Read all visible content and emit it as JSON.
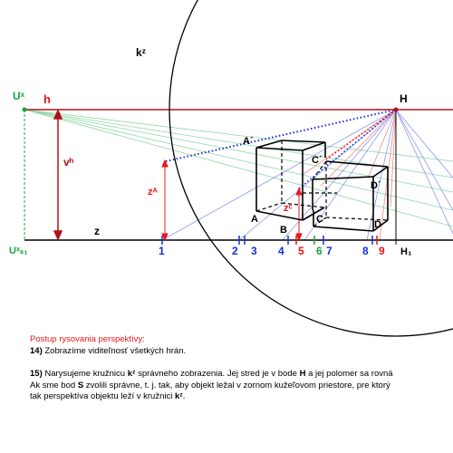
{
  "diagram": {
    "labels": {
      "kz": "kᶻ",
      "ux": "Uˣ",
      "h": "h",
      "vh": "vʰ",
      "z": "z",
      "ux_s1": "Uˣₛ₁",
      "H": "H",
      "H1": "H₁",
      "A_prime": "A´",
      "A": "A",
      "B": "B",
      "C_prime": "C´",
      "C": "C",
      "D_prime": "D´",
      "D": "D",
      "zA": "zᴬ",
      "zC": "zᶜ"
    },
    "ticks": [
      "1",
      "2",
      "3",
      "4",
      "5",
      "6",
      "7",
      "8",
      "9"
    ],
    "colors": {
      "red": "#e8161b",
      "blue": "#1a2fd8",
      "green": "#17a53a",
      "dark_red": "#b0101a",
      "black": "#000000",
      "light_green": "#8fd6a6",
      "light_blue": "#8d98ee",
      "light_red": "#f08a8a"
    }
  },
  "notes": {
    "heading": "Postup rysovania perspektívy:",
    "step14_num": "14)",
    "step14_text": " Zobrazíme viditeľnosť všetkých hrán.",
    "step15_num": "15)",
    "step15_text_a": " Narysujeme kružnicu ",
    "step15_kz": "kᶻ",
    "step15_text_b": " správneho zobrazenia. Jej stred je v bode ",
    "step15_H": "H",
    "step15_text_c": " a jej polomer sa rovná",
    "line2_a": "Ak sme bod ",
    "line2_S": "S",
    "line2_b": " zvolili správne, t. j. tak, aby objekt ležal v zornom kužeľovom priestore, pre ktorý",
    "line3_a": "tak perspektíva objektu leží v kružnici ",
    "line3_kz": "kᶻ",
    "line3_b": "."
  }
}
